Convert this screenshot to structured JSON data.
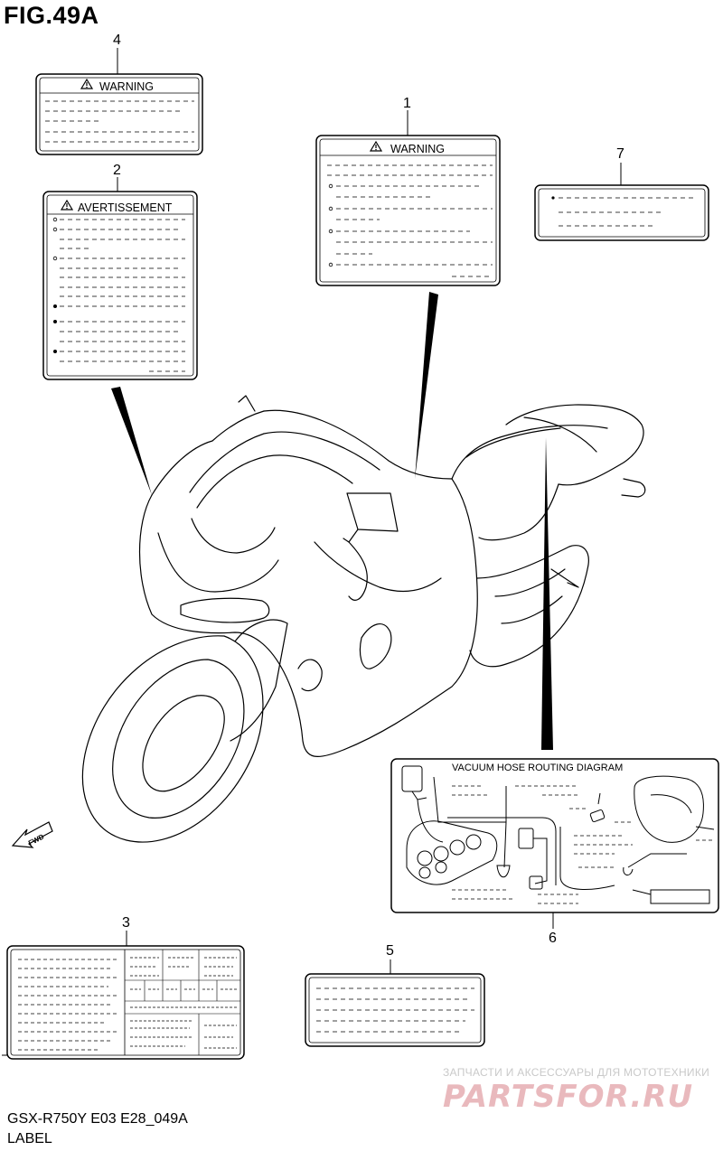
{
  "figure": {
    "title": "FIG.49A",
    "model_code": "GSX-R750Y E03 E28_049A",
    "part_name": "LABEL"
  },
  "callouts": [
    "4",
    "2",
    "1",
    "7",
    "3",
    "5",
    "6"
  ],
  "labels": {
    "warning_label_4": "WARNING",
    "avertissement_label_2": "AVERTISSEMENT",
    "warning_label_1": "WARNING",
    "vacuum_hose_diagram_6": "VACUUM HOSE ROUTING DIAGRAM"
  },
  "fwd_arrow": "FWD",
  "icons": [
    "warning-triangle-icon",
    "fwd-arrow-icon"
  ],
  "watermark": {
    "tagline": "ЗАПЧАСТИ И АКСЕССУАРЫ ДЛЯ МОТОТЕХНИКИ",
    "logo": "PARTSFOR.RU",
    "color": "#e9b9bd"
  }
}
